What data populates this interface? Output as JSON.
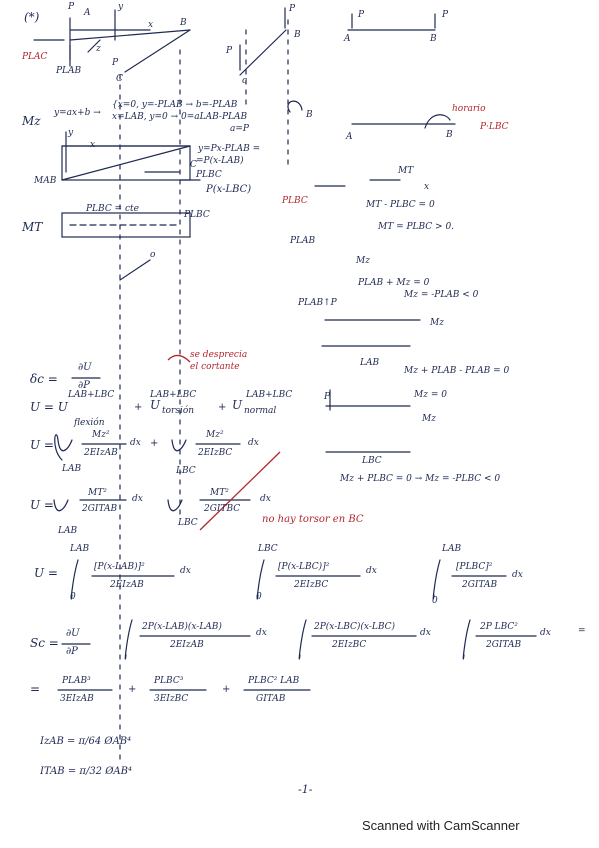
{
  "sections": {
    "star": "(*)",
    "mz": "Mz",
    "mt": "MT"
  },
  "top": {
    "axis_y": "y",
    "axis_x": "x",
    "axis_z": "z",
    "lbl_P1": "P",
    "lbl_A1": "A",
    "lbl_B1": "B",
    "lbl_C1": "C",
    "lbl_P2": "P",
    "lbl_P3": "P",
    "lbl_P_small": "P",
    "plac": "PLAC",
    "plab": "PLAB",
    "ab_P1": "P",
    "ab_P2": "P",
    "ab_A": "A",
    "ab_B": "B",
    "c_lbl": "c",
    "c_lbl2": "c",
    "b_lbl2": "B",
    "p_lbl4": "P"
  },
  "mz_block": {
    "eq1": "y=ax+b →",
    "eq2": "{x=0, y=-PLAB → b=-PLAB",
    "eq3": "x=LAB, y=0 → 0=aLAB-PLAB",
    "eq4": "a=P",
    "eq5": "y=Px-PLAB =",
    "eq6": "=P(x-LAB)",
    "y_lbl": "y",
    "x_lbl": "x",
    "mab": "MAB",
    "plbc": "PLBC",
    "plbc_arrow": "P(x-LBC)",
    "c_small": "C",
    "b_small": "B",
    "horario": "horario",
    "plbc_right": "P·LBC",
    "a_lbl": "A",
    "b_lbl": "B"
  },
  "mt_block": {
    "plbc_cte": "PLBC = cte",
    "plbc2": "PLBC",
    "o_lbl": "o",
    "plbc_left": "PLBC",
    "mt_arrow": "MT",
    "x_arrow": "x",
    "eq_mt1": "MT - PLBC = 0",
    "eq_mt2": "MT = PLBC > 0.",
    "plab_lbl": "PLAB",
    "mz_lbl": "Mz",
    "eq_mz1": "PLAB + Mz = 0",
    "eq_mz2": "Mz = -PLAB < 0",
    "plab_p": "PLAB↑P",
    "mz_lbl2": "Mz",
    "lab_span": "LAB",
    "eq_mz3": "Mz + PLAB - PLAB = 0",
    "eq_mz4": "Mz = 0",
    "mz_lbl3": "Mz",
    "p_lbl": "P",
    "lbc_span": "LBC",
    "eq_mz5": "Mz + PLBC = 0 → Mz = -PLBC < 0"
  },
  "energy": {
    "delta": "δc =",
    "du": "∂U",
    "dp": "∂P",
    "note1": "se desprecia",
    "note2": "el cortante",
    "u_eq": "U = U",
    "u_flex_sup": "LAB+LBC",
    "u_flex_sub": "flexión",
    "plus1": "+",
    "u_tor": "U",
    "u_tor_sup": "LAB+LBC",
    "u_tor_sub": "torsión",
    "plus2": "+",
    "u_nor": "U",
    "u_nor_sup": "LAB+LBC",
    "u_nor_sub": "normal",
    "int1_num": "Mz²",
    "int1_den": "2EIzAB",
    "int1_dx": "dx",
    "int1_lim": "LAB",
    "int2_num": "Mz²",
    "int2_den": "2EIzBC",
    "int2_dx": "dx",
    "int2_lim": "LBC",
    "int3_num": "MT²",
    "int3_den": "2GITAB",
    "int3_dx": "dx",
    "int3_lim": "LAB",
    "int4_num": "MT²",
    "int4_den": "2GITBC",
    "int4_dx": "dx",
    "int4_lim": "LBC",
    "no_torsor": "no hay torsor en BC",
    "u_prefix": "U =",
    "u_prefix2": "U =",
    "u_plus": "+"
  },
  "final": {
    "u_lbl": "U =",
    "f1_num": "[P(x-LAB)]²",
    "f1_den": "2EIzAB",
    "f1_lim": "LAB",
    "f2_num": "[P(x-LBC)]²",
    "f2_den": "2EIzBC",
    "f2_lim": "LBC",
    "f3_num": "[PLBC]²",
    "f3_den": "2GITAB",
    "f3_lim": "LAB",
    "zero": "0",
    "dx": "dx",
    "sc": "Sc =",
    "sc_du": "∂U",
    "sc_dp": "∂P",
    "d1_num": "2P(x-LAB)(x-LAB)",
    "d1_den": "2EIzAB",
    "d2_num": "2P(x-LBC)(x-LBC)",
    "d2_den": "2EIzBC",
    "d3_num": "2P LBC²",
    "d3_den": "2GITAB",
    "eq": "=",
    "r1_num": "PLAB³",
    "r1_den": "3EIzAB",
    "r2_num": "PLBC³",
    "r2_den": "3EIzBC",
    "r3_num": "PLBC² LAB",
    "r3_den": "GITAB",
    "iz": "IzAB = π/64 ØAB⁴",
    "it": "ITAB = π/32 ØAB⁴"
  },
  "page_number": "-1-",
  "footer": "Scanned with CamScanner"
}
